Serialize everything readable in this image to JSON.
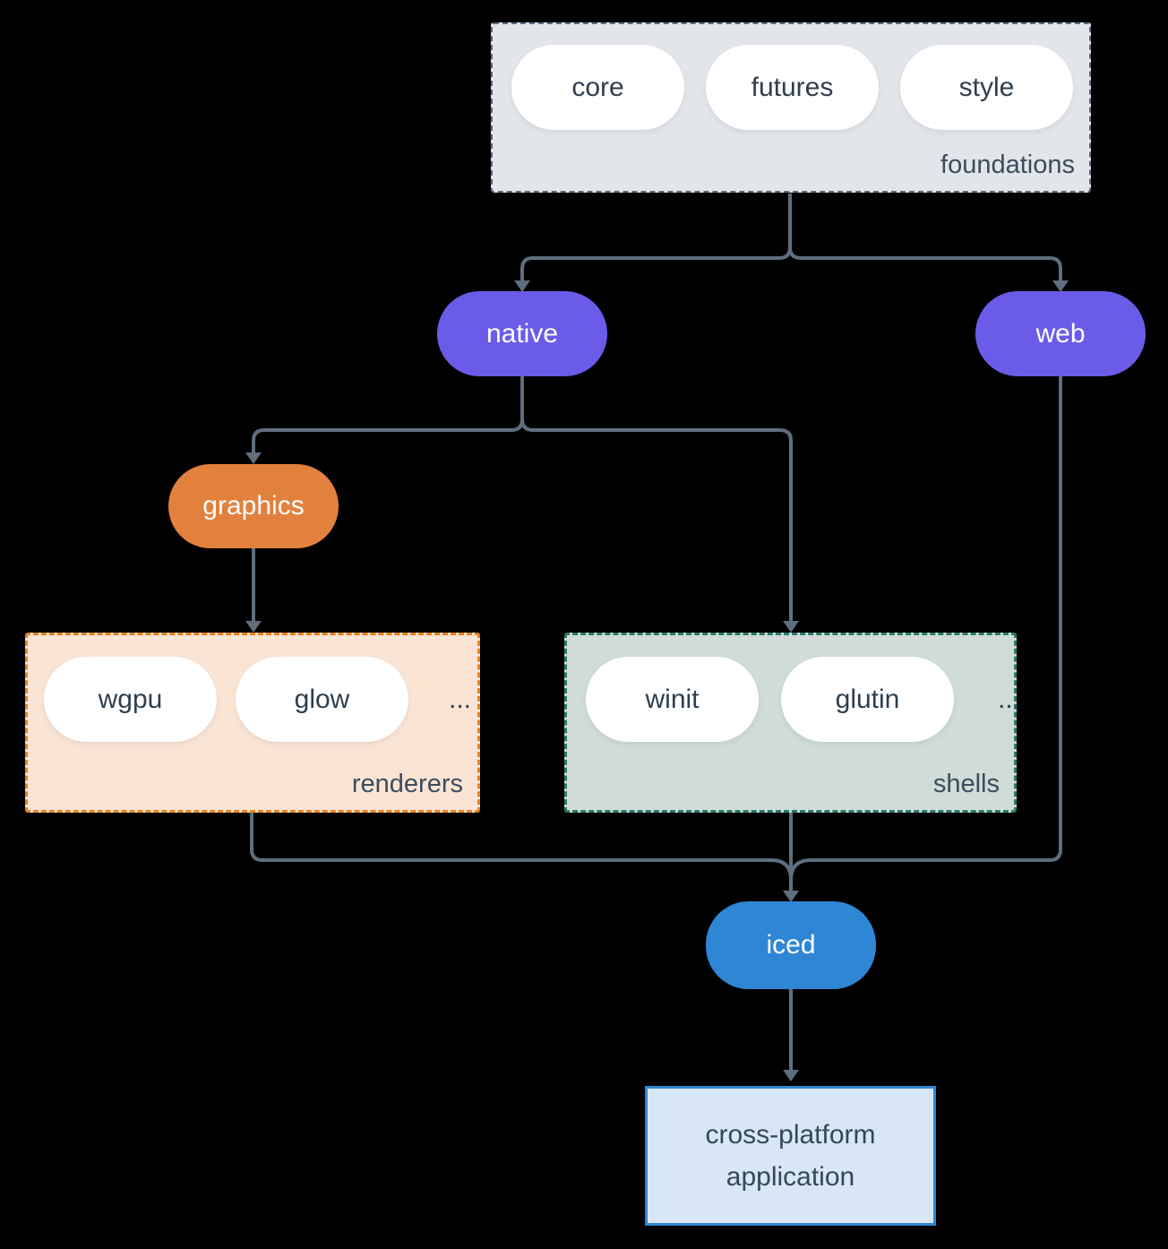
{
  "groups": {
    "foundations": {
      "label": "foundations",
      "items": [
        "core",
        "futures",
        "style"
      ]
    },
    "renderers": {
      "label": "renderers",
      "items": [
        "wgpu",
        "glow"
      ],
      "ellipsis": "..."
    },
    "shells": {
      "label": "shells",
      "items": [
        "winit",
        "glutin"
      ],
      "ellipsis": "..."
    }
  },
  "nodes": {
    "native": "native",
    "web": "web",
    "graphics": "graphics",
    "iced": "iced",
    "application": "cross-platform application"
  },
  "colors": {
    "background": "#000000",
    "connector": "#5e6e7e",
    "native_web_pill": "#6a5ce8",
    "graphics_pill": "#e2813d",
    "iced_pill": "#2e86d5",
    "white_pill": "#ffffff",
    "foundations_bg": "#e2e5e9",
    "foundations_border": "#5a6b7c",
    "renderers_bg": "#fae4d4",
    "renderers_border": "#e8821f",
    "shells_bg": "#cfdcd7",
    "shells_border": "#2b7a6b",
    "application_bg": "#d8e7f7",
    "application_border": "#2e86d5",
    "node_text": "#2e3f4e",
    "group_label_text": "#3c4d5d"
  }
}
